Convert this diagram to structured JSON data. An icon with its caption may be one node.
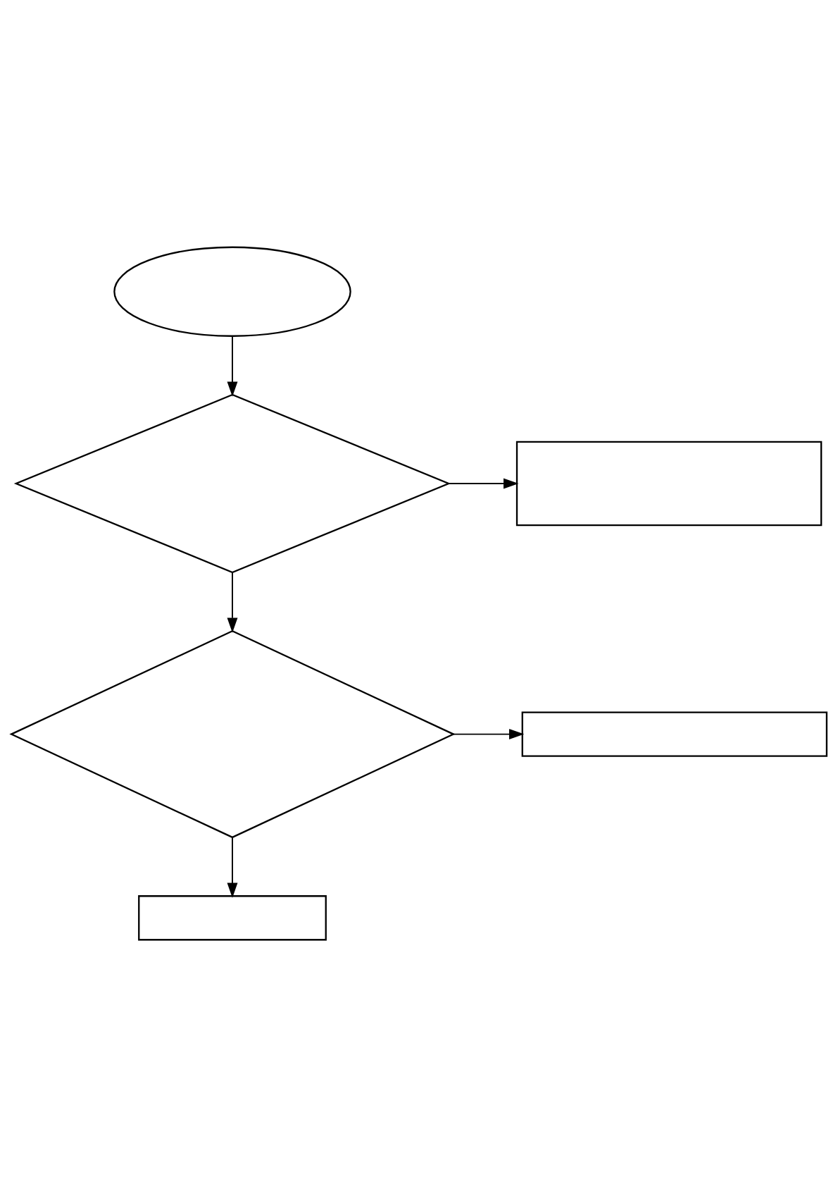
{
  "diagram": {
    "nodes": [
      {
        "text": [],
        "shape": "ellipse"
      },
      {
        "text": [],
        "shape": "diamond"
      },
      {
        "text": [],
        "shape": "box"
      },
      {
        "text": [],
        "shape": "diamond"
      },
      {
        "text": [],
        "shape": "box"
      },
      {
        "text": [],
        "shape": "box"
      }
    ],
    "edges": [
      {
        "from": 0,
        "to": 1,
        "arrow": "to"
      },
      {
        "from": 1,
        "to": 2,
        "arrow": "to"
      },
      {
        "from": 1,
        "to": 3,
        "arrow": "to"
      },
      {
        "from": 3,
        "to": 4,
        "arrow": "to"
      },
      {
        "from": 3,
        "to": 5,
        "arrow": "to"
      }
    ]
  }
}
